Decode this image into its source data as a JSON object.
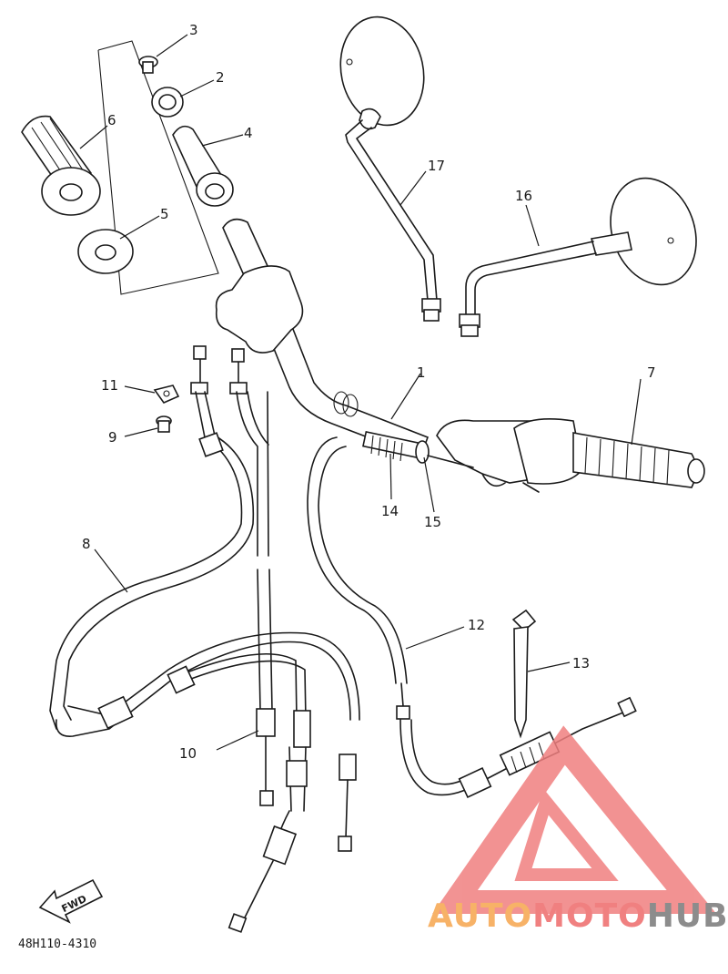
{
  "diagram": {
    "code": "48H110-4310",
    "fwd_label": "FWD",
    "watermark": {
      "part1": "AUTO",
      "part2": "MOTO",
      "part3": "HUB",
      "colors": {
        "auto": "#f7b267",
        "moto": "#f08080",
        "hub": "#8c8c8c"
      }
    },
    "labels": {
      "p1": "1",
      "p2": "2",
      "p3": "3",
      "p4": "4",
      "p5": "5",
      "p6": "6",
      "p7": "7",
      "p8": "8",
      "p9": "9",
      "p10": "10",
      "p11": "11",
      "p12": "12",
      "p13": "13",
      "p14": "14",
      "p15": "15",
      "p16": "16",
      "p17": "17"
    }
  }
}
